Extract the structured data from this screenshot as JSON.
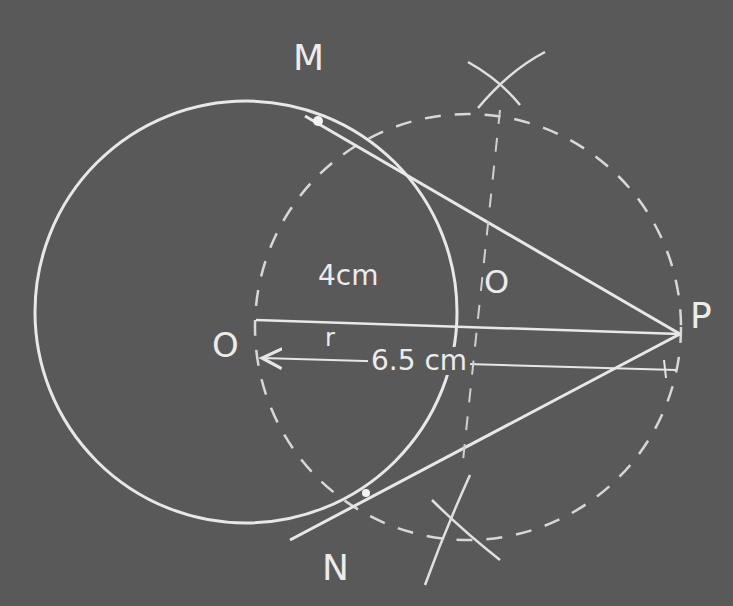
{
  "diagram": {
    "labels": [
      "M",
      "4cm",
      "O",
      "P",
      "O",
      "r",
      "6.5 cm",
      "N"
    ]
  }
}
